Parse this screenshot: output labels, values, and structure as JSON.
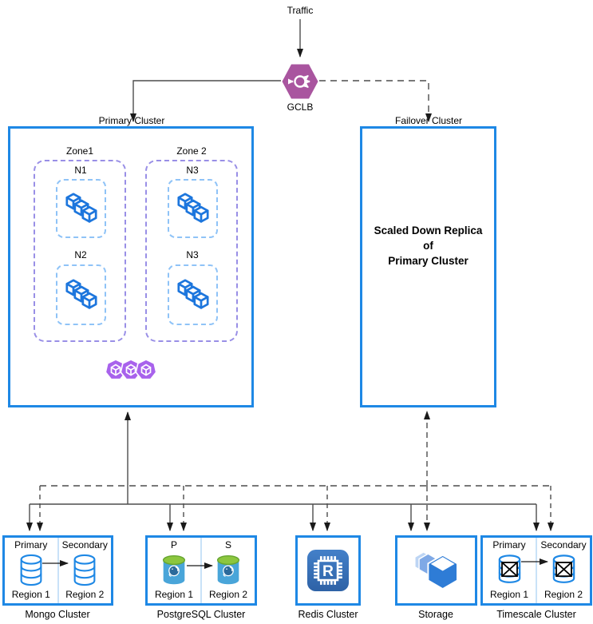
{
  "labels": {
    "traffic": "Traffic",
    "gclb": "GCLB"
  },
  "primary": {
    "label": "Primary Cluster",
    "zone1": {
      "label": "Zone1",
      "node1": "N1",
      "node2": "N2"
    },
    "zone2": {
      "label": "Zone 2",
      "node1": "N3",
      "node2": "N3"
    }
  },
  "failover": {
    "label": "Failover Cluster",
    "line1": "Scaled Down Replica",
    "line2": "of",
    "line3": "Primary Cluster"
  },
  "mongo": {
    "name": "Mongo Cluster",
    "left_role": "Primary",
    "right_role": "Secondary",
    "left_region": "Region 1",
    "right_region": "Region 2"
  },
  "postgres": {
    "name": "PostgreSQL Cluster",
    "left_role": "P",
    "right_role": "S",
    "left_region": "Region 1",
    "right_region": "Region 2"
  },
  "redis": {
    "name": "Redis Cluster",
    "letter": "R"
  },
  "storage": {
    "name": "Storage"
  },
  "timescale": {
    "name": "Timescale Cluster",
    "left_role": "Primary",
    "right_role": "Secondary",
    "left_region": "Region 1",
    "right_region": "Region 2"
  },
  "colors": {
    "cluster_border": "#1e88e5",
    "zone_border": "#998fe6",
    "node_border": "#8fc3f7",
    "gclb": "#a9559f",
    "pods": "#a862ec",
    "icon_blue": "#1d76dd"
  }
}
